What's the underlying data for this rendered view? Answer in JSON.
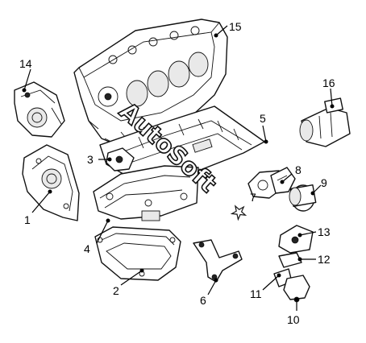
{
  "callouts": {
    "c1": "1",
    "c2": "2",
    "c3": "3",
    "c4": "4",
    "c5": "5",
    "c6": "6",
    "c7": "7",
    "c8": "8",
    "c9": "9",
    "c10": "10",
    "c11": "11",
    "c12": "12",
    "c13": "13",
    "c14": "14",
    "c15": "15",
    "c16": "16"
  },
  "watermark": {
    "text": "AutoSoft",
    "mark": "★"
  },
  "colors": {
    "line": "#111111",
    "background": "#ffffff"
  }
}
